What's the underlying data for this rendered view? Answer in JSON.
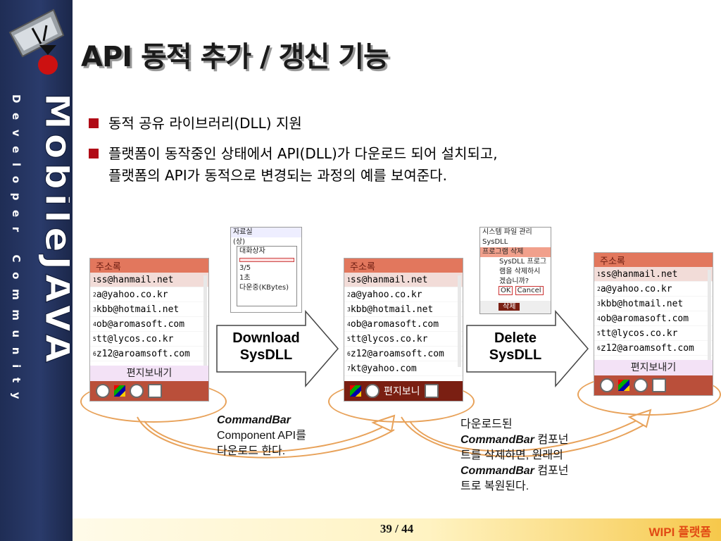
{
  "banner": {
    "big_text": "MobileJAVA",
    "small_text": "Developer Community"
  },
  "title": "API 동적 추가 / 갱신 기능",
  "bullets": [
    {
      "line1": "동적 공유 라이브러리(DLL) 지원",
      "line2": ""
    },
    {
      "line1": "플랫폼이 동작중인 상태에서 API(DLL)가 다운로드 되어 설치되고,",
      "line2": "플랫폼의 API가 동적으로 변경되는 과정의 예를 보여준다."
    }
  ],
  "phone": {
    "header": "주소록",
    "rows": [
      "ss@hanmail.net",
      "a@yahoo.co.kr",
      "kbb@hotmail.net",
      "ob@aromasoft.com",
      "tt@lycos.co.kr",
      "z12@aroamsoft.com"
    ],
    "row_nums": [
      "1",
      "2",
      "3",
      "4",
      "5",
      "6"
    ],
    "extra_row": "kt@yahoo.com",
    "command_label": "편지보내기",
    "command_label_short": "편지보니"
  },
  "dialog1": {
    "title": "자료실",
    "sub": "(상)",
    "box_title": "대화상자",
    "progress": "3/5",
    "time": "1초",
    "status": "다운중(KBytes)"
  },
  "dialog2": {
    "title": "시스템 파일 관리",
    "item": "SysDLL",
    "header": "프로그램 삭제",
    "msg1": "SysDLL 프로그",
    "msg2": "램을 삭제하시",
    "msg3": "겠습니까?",
    "ok": "OK",
    "cancel": "Cancel",
    "softkey": "삭제"
  },
  "arrows": {
    "download": [
      "Download",
      "SysDLL"
    ],
    "delete": [
      "Delete",
      "SysDLL"
    ]
  },
  "note_left": {
    "l1": "CommandBar",
    "l2": "Component API를",
    "l3": "다운로드 한다."
  },
  "note_right": {
    "l1": "다운로드된",
    "l2a": "CommandBar",
    "l2b": " 컴포넌",
    "l3": "트를 삭제하면, 원래의",
    "l4a": "CommandBar",
    "l4b": " 컴포넌",
    "l5": "트로 복원된다."
  },
  "footer": {
    "page": "39 / 44",
    "brand": "WIPI 플랫폼"
  },
  "colors": {
    "accent": "#b10b16",
    "header_bg": "#e2775d",
    "toolbar": "#ba4f3a",
    "curve": "#e8a25a"
  }
}
